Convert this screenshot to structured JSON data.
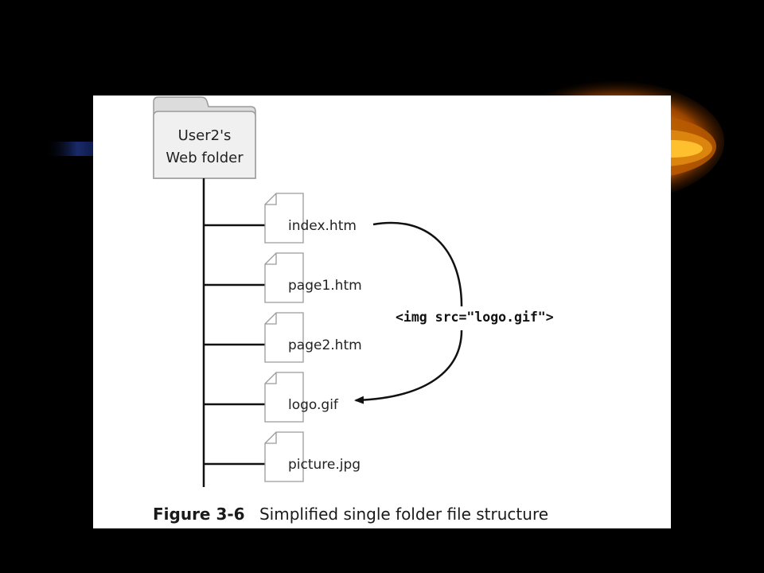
{
  "colors": {
    "background": "#000000",
    "glow_outer": "#5a2a00",
    "glow_mid": "#c45a00",
    "glow_inner": "#ffb020",
    "blue_streak": "#1a2a6a",
    "panel": "#ffffff",
    "folder_fill": "#ececec",
    "folder_stroke": "#9a9a9a",
    "line": "#111111"
  },
  "diagram": {
    "folder": {
      "icon": "folder-icon",
      "label_line1": "User2's",
      "label_line2": "Web folder"
    },
    "files": [
      {
        "name": "index.htm",
        "icon": "document-icon"
      },
      {
        "name": "page1.htm",
        "icon": "document-icon"
      },
      {
        "name": "page2.htm",
        "icon": "document-icon"
      },
      {
        "name": "logo.gif",
        "icon": "document-icon"
      },
      {
        "name": "picture.jpg",
        "icon": "document-icon"
      }
    ],
    "reference_code": "<img src=\"logo.gif\">",
    "reference_from": "index.htm",
    "reference_to": "logo.gif"
  },
  "caption": {
    "label": "Figure 3-6",
    "text": "Simplified single folder file structure"
  }
}
